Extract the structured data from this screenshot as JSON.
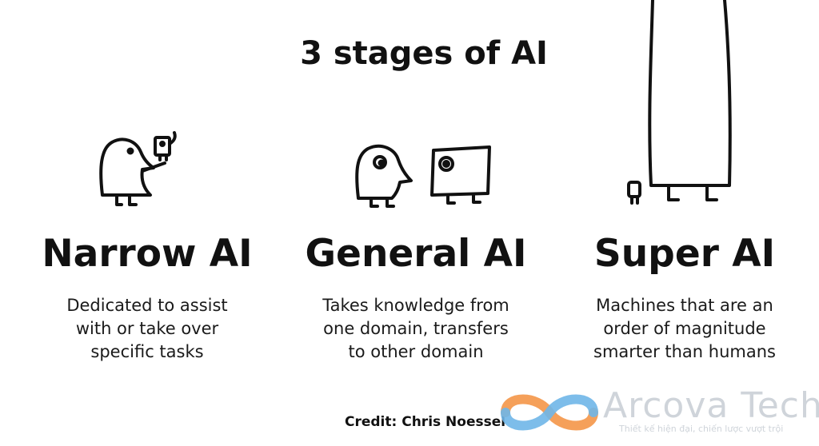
{
  "title": "3 stages of AI",
  "stages": [
    {
      "name": "Narrow AI",
      "description": "Dedicated to assist\nwith or take over\nspecific tasks"
    },
    {
      "name": "General AI",
      "description": "Takes knowledge from\none domain, transfers\nto other domain"
    },
    {
      "name": "Super AI",
      "description": "Machines that are an\norder of magnitude\nsmarter than humans"
    }
  ],
  "credit": "Credit: Chris Noessel",
  "watermark": {
    "brand": "Arcova Tech",
    "tagline": "Thiết kế hiện đại, chiến lược vượt trội"
  },
  "colors": {
    "text": "#111111",
    "background": "#ffffff",
    "watermark_orange": "#f5a05a",
    "watermark_blue": "#6fb6e8",
    "watermark_text": "#cfd4da"
  }
}
